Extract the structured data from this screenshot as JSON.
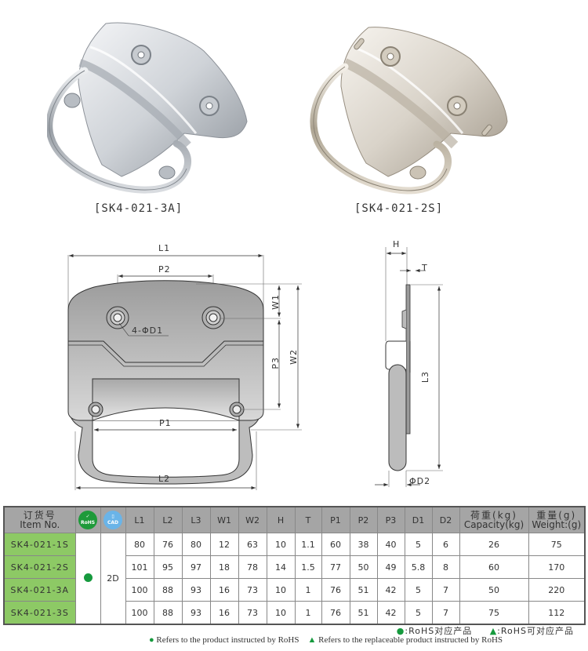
{
  "photos": [
    {
      "caption": "[SK4-021-3A]",
      "finish": "brushed stainless steel"
    },
    {
      "caption": "[SK4-021-2S]",
      "finish": "polished nickel"
    }
  ],
  "front_view": {
    "labels": {
      "L1": "L1",
      "L2": "L2",
      "P1": "P1",
      "P2": "P2",
      "P3": "P3",
      "W1": "W1",
      "W2": "W2",
      "holes": "4-ΦD1"
    }
  },
  "side_view": {
    "labels": {
      "H": "H",
      "T": "T",
      "L3": "L3",
      "D2": "ΦD2"
    }
  },
  "table": {
    "header": {
      "item_cn": "订货号",
      "item_en": "Item No.",
      "rohs_icon": "RoHS",
      "cad_icon": "CAD",
      "cols": [
        "L1",
        "L2",
        "L3",
        "W1",
        "W2",
        "H",
        "T",
        "P1",
        "P2",
        "P3",
        "D1",
        "D2"
      ],
      "capacity_cn": "荷重(kg)",
      "capacity_en": "Capacity(kg)",
      "weight_cn": "重量(g)",
      "weight_en": "Weight:(g)"
    },
    "rohs_mark": "●",
    "cad_value": "2D",
    "rows": [
      {
        "item": "SK4-021-1S",
        "L1": "80",
        "L2": "76",
        "L3": "80",
        "W1": "12",
        "W2": "63",
        "H": "10",
        "T": "1.1",
        "P1": "60",
        "P2": "38",
        "P3": "40",
        "D1": "5",
        "D2": "6",
        "capacity": "26",
        "weight": "75"
      },
      {
        "item": "SK4-021-2S",
        "L1": "101",
        "L2": "95",
        "L3": "97",
        "W1": "18",
        "W2": "78",
        "H": "14",
        "T": "1.5",
        "P1": "77",
        "P2": "50",
        "P3": "49",
        "D1": "5.8",
        "D2": "8",
        "capacity": "60",
        "weight": "170"
      },
      {
        "item": "SK4-021-3A",
        "L1": "100",
        "L2": "88",
        "L3": "93",
        "W1": "16",
        "W2": "73",
        "H": "10",
        "T": "1",
        "P1": "76",
        "P2": "51",
        "P3": "42",
        "D1": "5",
        "D2": "7",
        "capacity": "50",
        "weight": "220"
      },
      {
        "item": "SK4-021-3S",
        "L1": "100",
        "L2": "88",
        "L3": "93",
        "W1": "16",
        "W2": "73",
        "H": "10",
        "T": "1",
        "P1": "76",
        "P2": "51",
        "P3": "42",
        "D1": "5",
        "D2": "7",
        "capacity": "75",
        "weight": "112"
      }
    ]
  },
  "legend": {
    "cn_dot": "●",
    "cn_dot_text": ":RoHS对应产品",
    "cn_tri": "▲",
    "cn_tri_text": ":RoHS可对应产品",
    "en_dot": "●",
    "en_dot_text": "Refers to the product instructed by RoHS",
    "en_tri": "▲",
    "en_tri_text": "Refers to the replaceable product instructed by RoHS"
  },
  "colors": {
    "item_cell": "#8dc965",
    "header_bg": "#a5a5a5",
    "rohs_green": "#169a3e",
    "cad_blue": "#6ab4e8"
  }
}
